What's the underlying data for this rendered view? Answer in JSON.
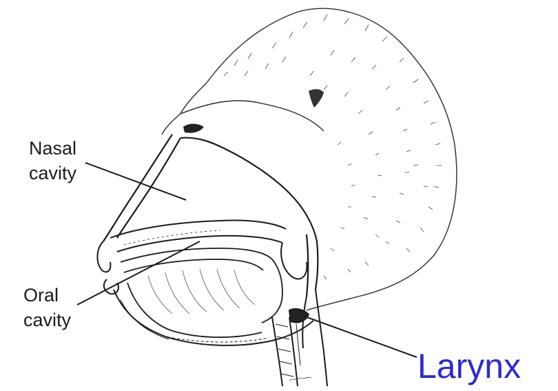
{
  "labels": {
    "nasal": {
      "line1": "Nasal",
      "line2": "cavity"
    },
    "oral": {
      "line1": "Oral",
      "line2": "cavity"
    },
    "larynx": "Larynx"
  },
  "colors": {
    "ink": "#1a1a1a",
    "larynx_label": "#2b2bd0",
    "background": "#ffffff"
  }
}
